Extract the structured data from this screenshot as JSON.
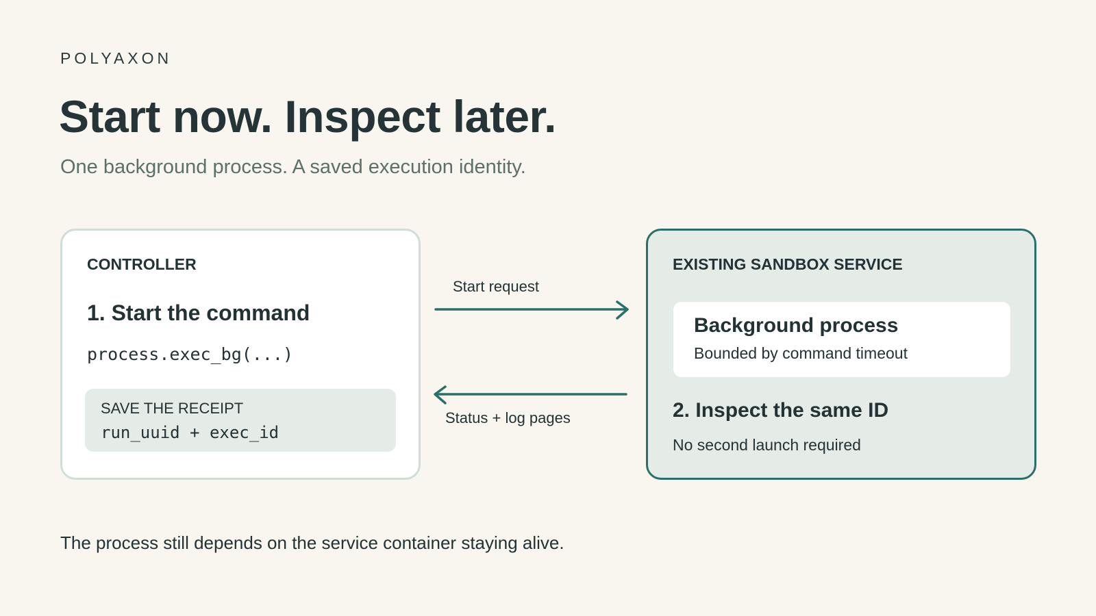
{
  "brand": "POLYAXON",
  "headline": "Start now. Inspect later.",
  "subtitle": "One background process. A saved execution identity.",
  "controller": {
    "label": "CONTROLLER",
    "step_title": "1. Start the command",
    "code": "process.exec_bg(...)",
    "receipt_label": "SAVE THE RECEIPT",
    "receipt_value": "run_uuid + exec_id"
  },
  "arrows": {
    "start_label": "Start request",
    "status_label": "Status + log pages"
  },
  "service": {
    "label": "EXISTING SANDBOX SERVICE",
    "process_title": "Background process",
    "process_sub": "Bounded by command timeout",
    "step_title": "2. Inspect the same ID",
    "step_note": "No second launch required"
  },
  "footer": "The process still depends on the service container staying alive.",
  "colors": {
    "background": "#f8f6ef",
    "accent": "#2a7068",
    "panel_tint": "#e5ece8",
    "text": "#223235"
  }
}
